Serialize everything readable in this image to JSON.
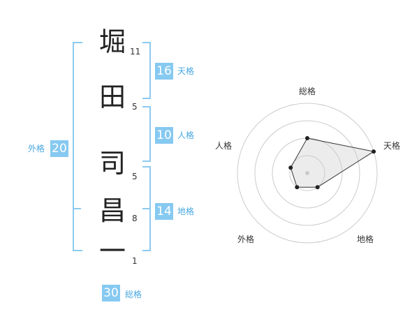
{
  "name_chars": [
    {
      "char": "堀",
      "strokes": "11"
    },
    {
      "char": "田",
      "strokes": "5"
    },
    {
      "char": "司",
      "strokes": "5"
    },
    {
      "char": "昌",
      "strokes": "8"
    },
    {
      "char": "一",
      "strokes": "1"
    }
  ],
  "fortunes": {
    "tenkaku": {
      "value": "16",
      "label": "天格"
    },
    "jinkaku": {
      "value": "10",
      "label": "人格"
    },
    "chikaku": {
      "value": "14",
      "label": "地格"
    },
    "gaikaku": {
      "value": "20",
      "label": "外格"
    },
    "soukaku": {
      "value": "30",
      "label": "総格"
    }
  },
  "colors": {
    "accent": "#86c9f1",
    "bracket": "#8ccaf0",
    "label": "#4aa8e0"
  },
  "chart_data": {
    "type": "radar",
    "axes": [
      "総格",
      "天格",
      "地格",
      "外格",
      "人格"
    ],
    "values": [
      2.0,
      4.0,
      1.0,
      1.0,
      1.0
    ],
    "range": [
      0,
      4
    ],
    "rings": 4,
    "grid": true
  }
}
